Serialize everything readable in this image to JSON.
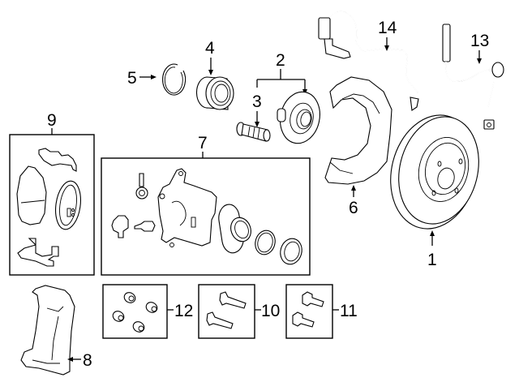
{
  "diagram": {
    "title": "Front brake components exploded parts diagram",
    "colors": {
      "line": "#000000",
      "background": "#ffffff"
    },
    "callouts": [
      {
        "number": "1",
        "part": "brake-rotor"
      },
      {
        "number": "2",
        "part": "hub-assembly"
      },
      {
        "number": "3",
        "part": "wheel-stud"
      },
      {
        "number": "4",
        "part": "wheel-bearing"
      },
      {
        "number": "5",
        "part": "snap-ring"
      },
      {
        "number": "6",
        "part": "splash-shield"
      },
      {
        "number": "7",
        "part": "caliper-assembly"
      },
      {
        "number": "8",
        "part": "caliper-support"
      },
      {
        "number": "9",
        "part": "brake-pad-set"
      },
      {
        "number": "10",
        "part": "guide-pins"
      },
      {
        "number": "11",
        "part": "support-bolts"
      },
      {
        "number": "12",
        "part": "pin-boots"
      },
      {
        "number": "13",
        "part": "brake-hose"
      },
      {
        "number": "14",
        "part": "abs-wheel-speed-sensor"
      }
    ]
  }
}
